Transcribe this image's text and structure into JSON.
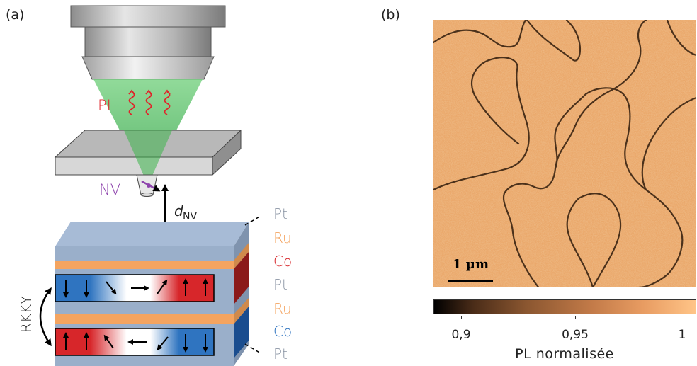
{
  "panel_a": {
    "label": "(a)",
    "pl_label": "PL",
    "nv_label": "NV",
    "distance_label_main": "d",
    "distance_label_sub": "NV",
    "coupling_label": "RKKY",
    "layers": [
      "Pt",
      "Ru",
      "Co",
      "Pt",
      "Ru",
      "Co",
      "Pt"
    ],
    "colors": {
      "pt": "#9aafca",
      "ru": "#f4a460",
      "co_red": "#d7262a",
      "co_blue": "#2f74c0",
      "laser_green": "#3cb44b",
      "pl_red": "#e0242a",
      "nv_purple": "#8e44ad"
    }
  },
  "panel_b": {
    "label": "(b)",
    "scale_bar": "1 µm",
    "colorbar": {
      "ticks": [
        "0,9",
        "0,95",
        "1"
      ],
      "title": "PL normalisée",
      "range": [
        0.89,
        1.005
      ],
      "colormap": "copper"
    }
  }
}
